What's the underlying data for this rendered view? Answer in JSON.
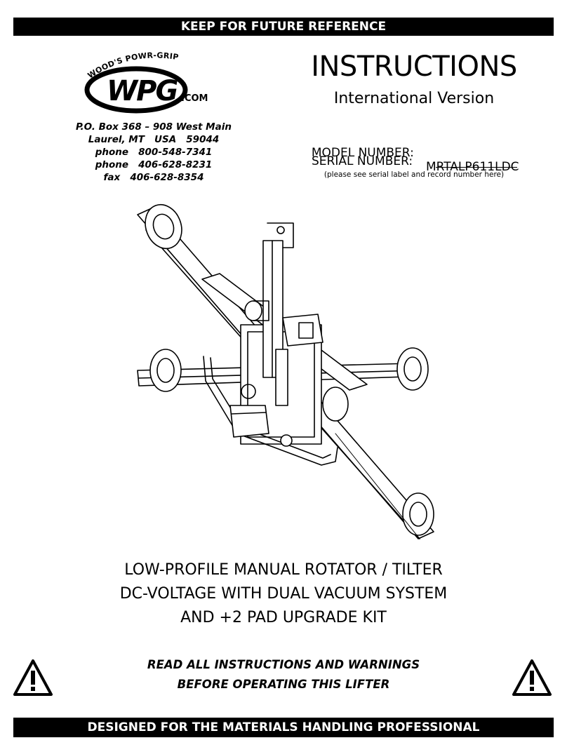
{
  "header_bar": "KEEP FOR FUTURE REFERENCE",
  "logo": {
    "arc_text": "WOOD'S POWR-GRIP",
    "mark": "WPG",
    "suffix": ".COM"
  },
  "address": [
    "P.O. Box 368 – 908 West Main",
    "Laurel, MT   USA   59044",
    "phone   800-548-7341",
    "phone   406-628-8231",
    "fax   406-628-8354"
  ],
  "title": "INSTRUCTIONS",
  "subtitle": "International Version",
  "model": {
    "label": "MODEL NUMBER:",
    "value": "MRTALP611LDC"
  },
  "serial": {
    "label": "SERIAL NUMBER:",
    "note": "(please see serial label and record number here)"
  },
  "product_lines": [
    "LOW-PROFILE MANUAL ROTATOR / TILTER",
    "DC-VOLTAGE WITH DUAL VACUUM SYSTEM",
    "AND +2 PAD UPGRADE KIT"
  ],
  "warning_lines": [
    "READ ALL INSTRUCTIONS AND WARNINGS",
    "BEFORE OPERATING THIS LIFTER"
  ],
  "footer_bar": "DESIGNED FOR THE MATERIALS HANDLING PROFESSIONAL",
  "icons": {
    "warning": "warning-triangle-icon",
    "logo": "wpg-logo-icon",
    "drawing": "vacuum-lifter-drawing"
  },
  "colors": {
    "bar": "#000000",
    "bar_text": "#ffffff"
  }
}
